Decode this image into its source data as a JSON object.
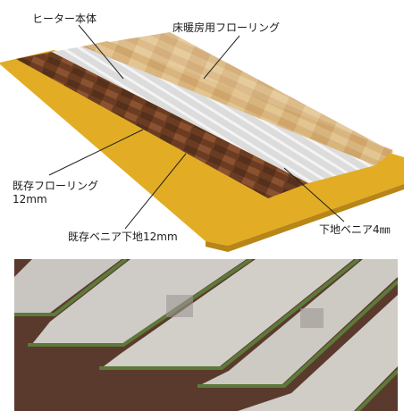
{
  "labels": {
    "heater_body": "ヒーター本体",
    "floor_heating_flooring": "床暖房用フローリング",
    "existing_flooring_line1": "既存フローリング",
    "existing_flooring_line2": "12mm",
    "existing_veneer_base": "既存ベニア下地12mm",
    "base_veneer": "下地ベニア4㎜"
  },
  "colors": {
    "plywood": "#e2ad24",
    "walnut": "#6a3b22",
    "heater": "#d8d8d8",
    "new_floor": "#d8b47c",
    "photo_bg": "#5a3a2c"
  }
}
